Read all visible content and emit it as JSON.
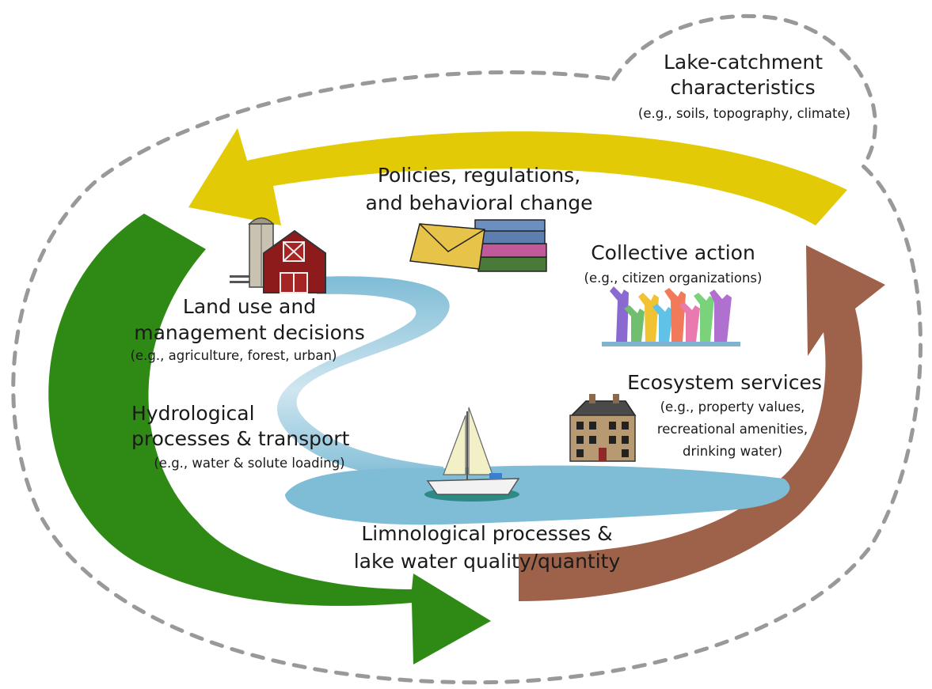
{
  "catchment": {
    "title_line1": "Lake-catchment",
    "title_line2": "characteristics",
    "example": "(e.g., soils, topography, climate)"
  },
  "policies": {
    "line1": "Policies, regulations,",
    "line2": "and behavioral change"
  },
  "collective": {
    "title": "Collective action",
    "example": "(e.g., citizen organizations)"
  },
  "land_use": {
    "line1": "Land use and",
    "line2": "management decisions",
    "example": "(e.g., agriculture, forest, urban)"
  },
  "ecosystem": {
    "title": "Ecosystem services",
    "example_line1": "(e.g., property values,",
    "example_line2": "recreational amenities,",
    "example_line3": "drinking water)"
  },
  "hydrological": {
    "line1": "Hydrological",
    "line2": "processes & transport",
    "example": "(e.g., water & solute loading)"
  },
  "limnological": {
    "line1": "Limnological processes &",
    "line2": "lake water quality/quantity"
  },
  "colors": {
    "yellow_arrow": "#E2CB06",
    "green_arrow": "#2E8A14",
    "brown_arrow": "#9E614A",
    "water": "#7FBCD6",
    "dashed_boundary": "#999999"
  },
  "icons": [
    "barn-silo-icon",
    "envelope-books-icon",
    "raised-hands-icon",
    "house-icon",
    "sailboat-icon"
  ]
}
